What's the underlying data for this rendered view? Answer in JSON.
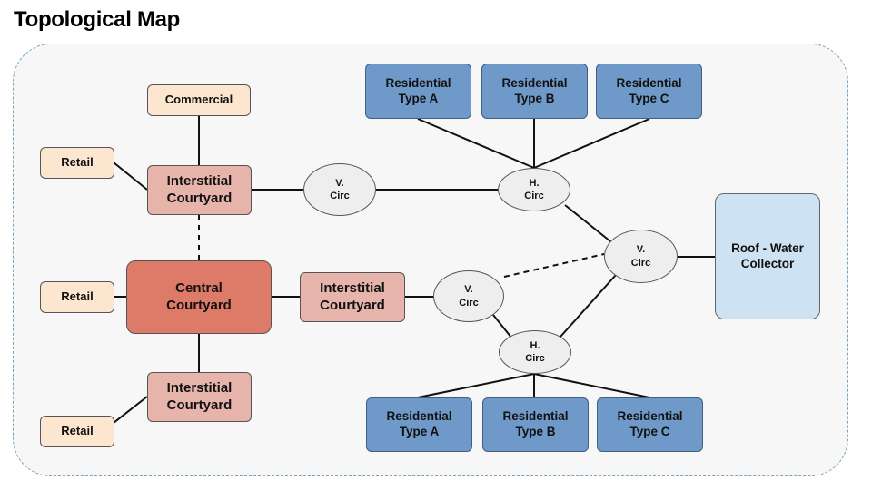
{
  "title": "Topological Map",
  "nodes": {
    "commercial": "Commercial",
    "retail_top": "Retail",
    "retail_mid": "Retail",
    "retail_bot": "Retail",
    "interstitial_top": "Interstitial\nCourtyard",
    "central": "Central\nCourtyard",
    "interstitial_mid": "Interstitial\nCourtyard",
    "interstitial_bot": "Interstitial\nCourtyard",
    "vcirc_top": "V.\nCirc",
    "hcirc_top": "H.\nCirc",
    "vcirc_right": "V.\nCirc",
    "vcirc_mid": "V.\nCirc",
    "hcirc_bot": "H.\nCirc",
    "res_a_top": "Residential\nType A",
    "res_b_top": "Residential\nType B",
    "res_c_top": "Residential\nType C",
    "res_a_bot": "Residential\nType A",
    "res_b_bot": "Residential\nType B",
    "res_c_bot": "Residential\nType C",
    "roof": "Roof - Water\nCollector"
  },
  "colors": {
    "retail": "#fde6cf",
    "interstitial": "#e7b4ab",
    "central": "#de7a68",
    "residential": "#6f99c8",
    "roof": "#cde2f3",
    "circulation": "#eeeeee"
  }
}
